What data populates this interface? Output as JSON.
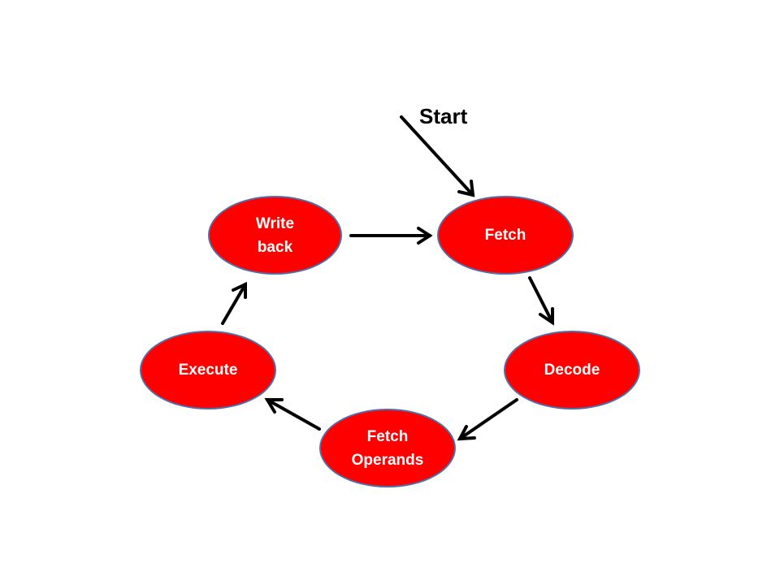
{
  "diagram": {
    "start_label": "Start",
    "nodes": {
      "write_back": [
        "Write",
        "back"
      ],
      "fetch": [
        "Fetch"
      ],
      "decode": [
        "Decode"
      ],
      "fetch_operands": [
        "Fetch",
        "Operands"
      ],
      "execute": [
        "Execute"
      ]
    },
    "colors": {
      "node_fill": "#ff0000",
      "node_border": "#4f6fa8",
      "node_text": "#ffffff",
      "arrow": "#000000",
      "background": "#ffffff"
    }
  }
}
